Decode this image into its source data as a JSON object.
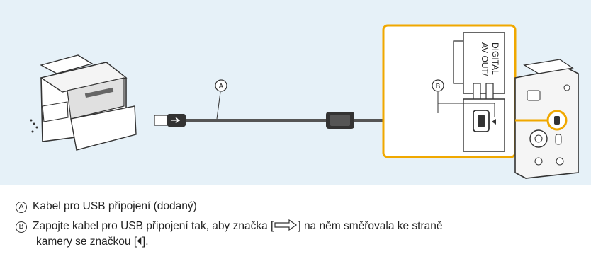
{
  "callouts": {
    "a": "A",
    "b": "B"
  },
  "port_label_line1": "AV OUT/",
  "port_label_line2": "DIGITAL",
  "captions": {
    "a_marker": "A",
    "a_text": "Kabel pro USB připojení (dodaný)",
    "b_marker": "B",
    "b_text_before": "Zapojte kabel pro USB připojení tak, aby značka [",
    "b_text_after": "] na něm směřovala ke straně",
    "b_line2": "kamery se značkou [⏴]."
  },
  "colors": {
    "panel_bg": "#e6f1f8",
    "highlight_border": "#f0a800",
    "cable": "#555555"
  }
}
